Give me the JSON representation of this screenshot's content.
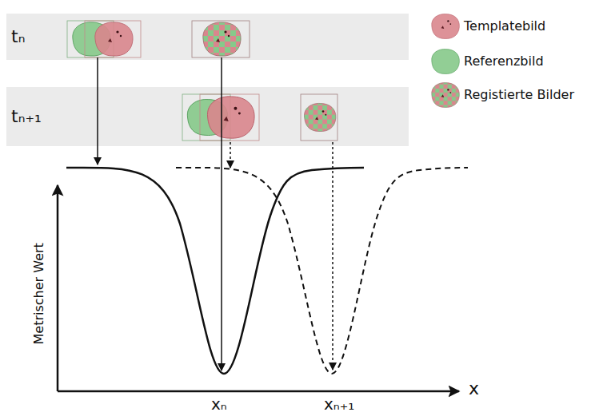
{
  "diagram": {
    "nodes": [
      {
        "text": [
          "tₙ"
        ]
      },
      {
        "text": [
          "tₙ₊₁"
        ]
      }
    ],
    "labels": [
      "Metrischer Wert",
      "x",
      "xₙ",
      "xₙ₊₁"
    ],
    "legend": [
      {
        "text": "Templatebild"
      },
      {
        "text": "Referenzbild"
      },
      {
        "text": "Registierte Bilder"
      }
    ]
  }
}
